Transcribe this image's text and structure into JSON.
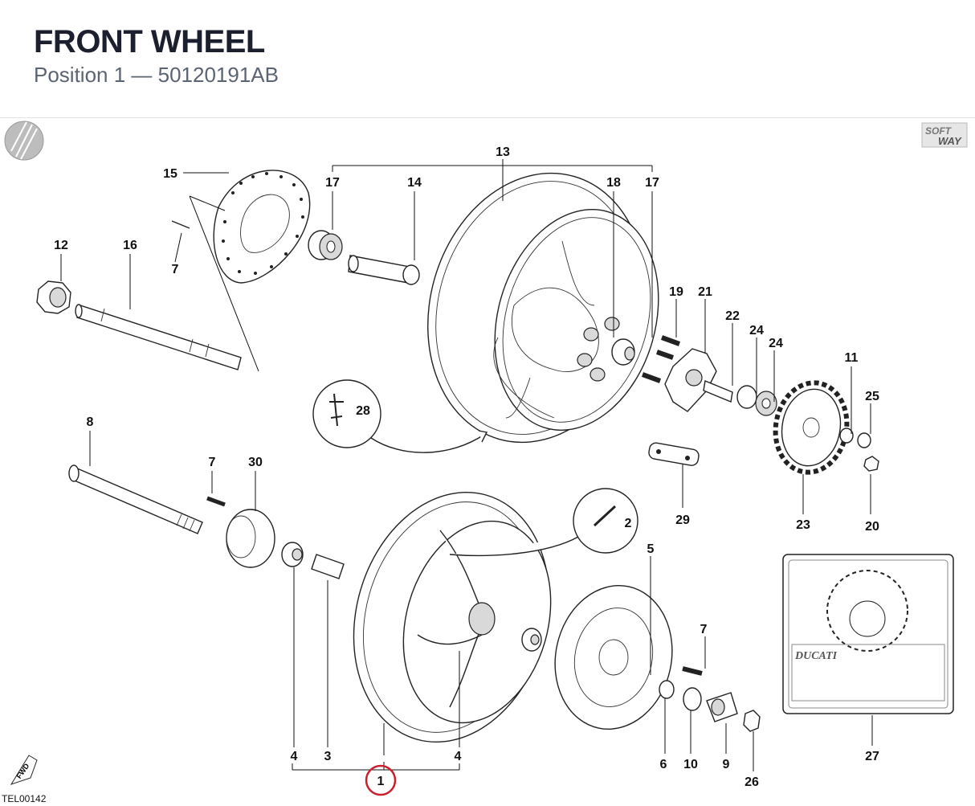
{
  "header": {
    "title": "FRONT WHEEL",
    "subtitle": "Position 1 — 50120191AB"
  },
  "diagram": {
    "code": "TEL00142",
    "fwd": "FWD",
    "brand_soft": "SOFT",
    "brand_way": "WAY",
    "ducati": "DUCATI",
    "labels": {
      "p1": "1",
      "p2": "2",
      "p3": "3",
      "p4a": "4",
      "p4b": "4",
      "p5": "5",
      "p6": "6",
      "p7a": "7",
      "p7b": "7",
      "p7c": "7",
      "p8": "8",
      "p9": "9",
      "p10": "10",
      "p11": "11",
      "p12": "12",
      "p13": "13",
      "p14": "14",
      "p15": "15",
      "p16": "16",
      "p17a": "17",
      "p17b": "17",
      "p18": "18",
      "p19": "19",
      "p20": "20",
      "p21": "21",
      "p22": "22",
      "p23": "23",
      "p24a": "24",
      "p24b": "24",
      "p25": "25",
      "p26": "26",
      "p27": "27",
      "p28": "28",
      "p29": "29",
      "p30": "30"
    }
  },
  "colors": {
    "highlight": "#cc1f2d",
    "title": "#1b1f2e",
    "subtitle": "#5b6472"
  }
}
